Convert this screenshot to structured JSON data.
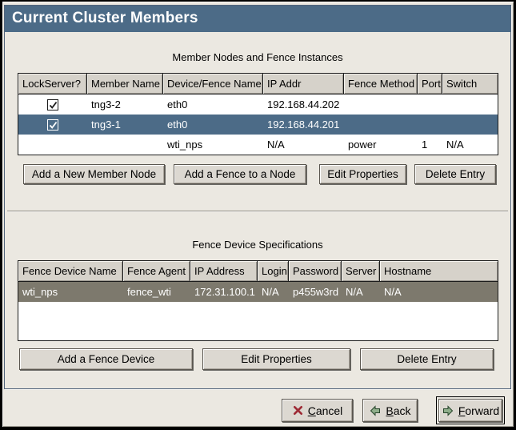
{
  "window": {
    "title": "Current Cluster Members"
  },
  "colors": {
    "titlebar_and_selection_blue": "#4c6b87",
    "inactive_selection_gray": "#7d796d",
    "dialog_background": "#ebe8e1",
    "table_header_gray": "#d6d2ca",
    "cancel_icon_red": "#9e2b36",
    "arrow_icon_green": "#8fae8b"
  },
  "member_table": {
    "caption": "Member Nodes and Fence Instances",
    "columns": [
      "LockServer?",
      "Member Name",
      "Device/Fence Name",
      "IP Addr",
      "Fence Method",
      "Port",
      "Switch"
    ],
    "rows": [
      {
        "lockserver": true,
        "member_name": "tng3-2",
        "device_fence_name": "eth0",
        "ip_addr": "192.168.44.202",
        "fence_method": "",
        "port": "",
        "switch": "",
        "selected": false
      },
      {
        "lockserver": true,
        "member_name": "tng3-1",
        "device_fence_name": "eth0",
        "ip_addr": "192.168.44.201",
        "fence_method": "",
        "port": "",
        "switch": "",
        "selected": true
      },
      {
        "lockserver": false,
        "member_name": "",
        "device_fence_name": "wti_nps",
        "ip_addr": "N/A",
        "fence_method": "power",
        "port": "1",
        "switch": "N/A",
        "selected": false
      }
    ],
    "buttons": [
      "Add a New Member Node",
      "Add a Fence to a Node",
      "Edit Properties",
      "Delete Entry"
    ]
  },
  "fence_table": {
    "caption": "Fence Device Specifications",
    "columns": [
      "Fence Device Name",
      "Fence Agent",
      "IP Address",
      "Login",
      "Password",
      "Server",
      "Hostname"
    ],
    "rows": [
      {
        "fence_device_name": "wti_nps",
        "fence_agent": "fence_wti",
        "ip_address": "172.31.100.1",
        "login": "N/A",
        "password": "p455w3rd",
        "server": "N/A",
        "hostname": "N/A",
        "selected": true
      }
    ],
    "buttons": [
      "Add a Fence Device",
      "Edit Properties",
      "Delete Entry"
    ]
  },
  "action_bar": {
    "cancel": {
      "accel": "C",
      "rest": "ancel"
    },
    "back": {
      "accel": "B",
      "rest": "ack"
    },
    "forward": {
      "accel": "F",
      "rest": "orward"
    }
  }
}
